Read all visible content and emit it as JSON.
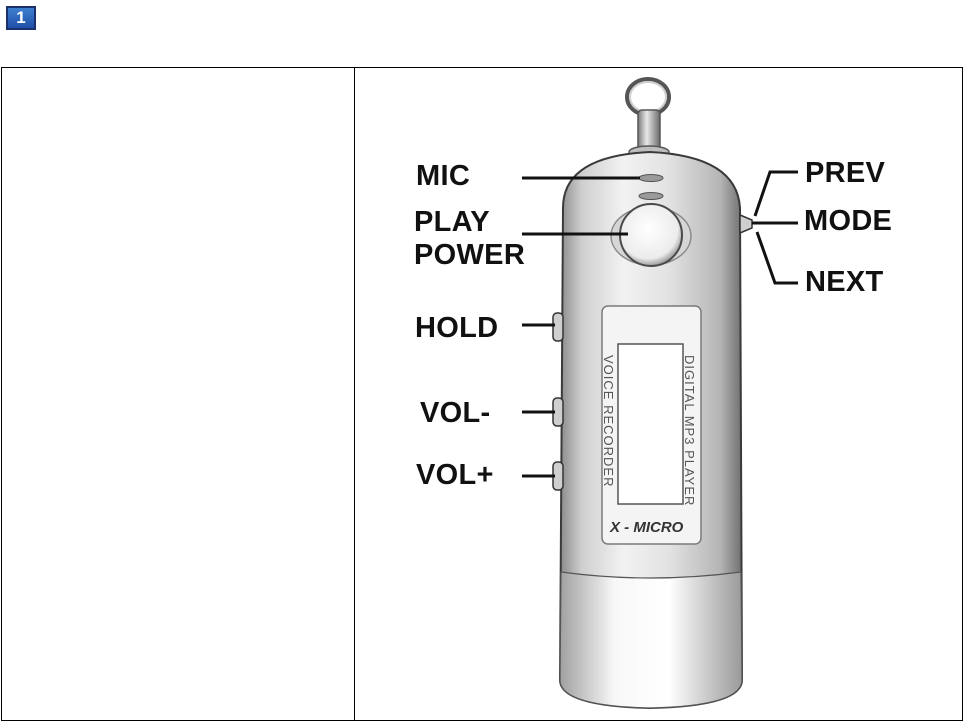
{
  "page": {
    "step_number": "1"
  },
  "device": {
    "brand": "X - MICRO",
    "screen_text_right": "DIGITAL MP3 PLAYER",
    "screen_text_left": "VOICE RECORDER"
  },
  "labels": {
    "mic": "MIC",
    "play": "PLAY",
    "power": "POWER",
    "hold": "HOLD",
    "vol_minus": "VOL-",
    "vol_plus": "VOL+",
    "prev": "PREV",
    "mode": "MODE",
    "next": "NEXT"
  }
}
